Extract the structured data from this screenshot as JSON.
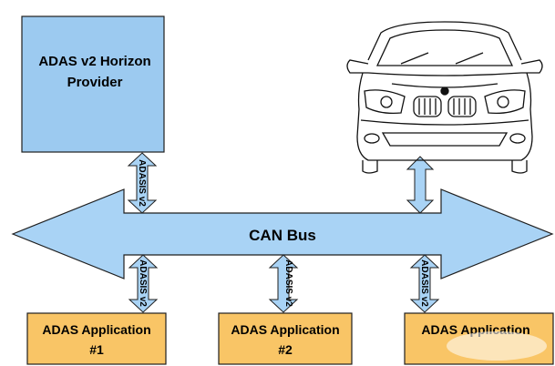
{
  "provider": {
    "line1": "ADAS v2 Horizon",
    "line2": "Provider"
  },
  "bus": {
    "label": "CAN Bus"
  },
  "protocol_label": "ADASIS v2",
  "apps": [
    {
      "line1": "ADAS Application",
      "line2": "#1"
    },
    {
      "line1": "ADAS Application",
      "line2": "#2"
    },
    {
      "line1": "ADAS Application",
      "line2": ""
    }
  ],
  "colors": {
    "provider_fill": "#9ccaf0",
    "bus_fill": "#a9d3f5",
    "app_fill": "#f9c566",
    "stroke": "#1f1f1f"
  }
}
